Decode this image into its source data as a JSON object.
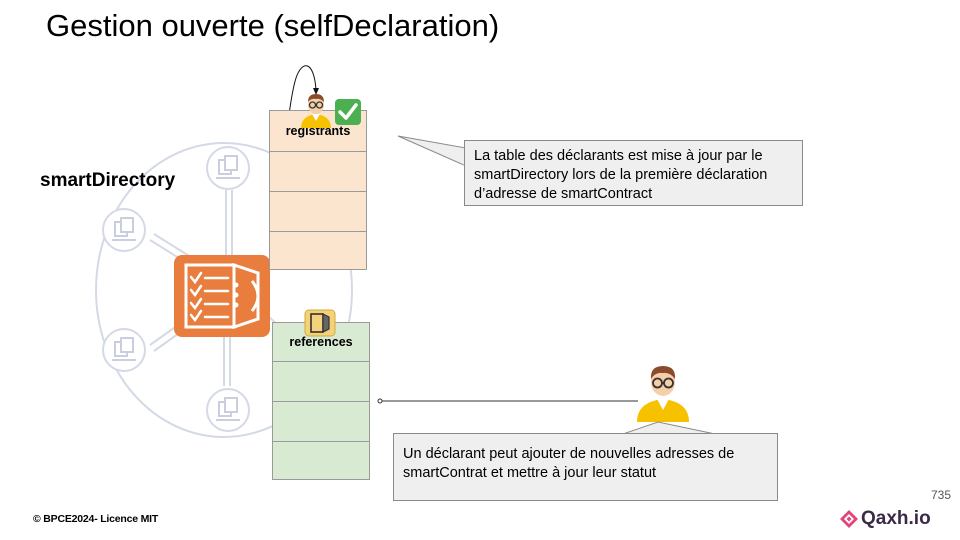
{
  "slide": {
    "title": "Gestion ouverte (selfDeclaration)",
    "diagram_label": "smartDirectory",
    "page_number": "735",
    "copyright": "BPCE2024- Licence MIT",
    "logo_text": "Qaxh.io"
  },
  "tables": {
    "registrants": {
      "header": "registrants"
    },
    "references": {
      "header": "references"
    }
  },
  "callouts": {
    "registrants_note": "La table des déclarants est mise à jour par le smartDirectory lors de la première déclaration d’adresse de smartContract",
    "declarant_note": "Un déclarant peut ajouter de nouvelles adresses de smartContrat et mettre à jour leur statut"
  },
  "colors": {
    "registrants_fill": "#fbe5cf",
    "references_fill": "#d9ead3",
    "directory_icon": "#e87d3e",
    "network_lines": "#d4d9e6",
    "checkmark": "#4caf50",
    "avatar_shirt": "#f6c200"
  },
  "icons": {
    "directory": "smart-directory-icon",
    "node": "contract-node-icon",
    "person": "declarant-person-icon",
    "check": "check-mark-icon",
    "reference": "reference-doc-icon"
  }
}
